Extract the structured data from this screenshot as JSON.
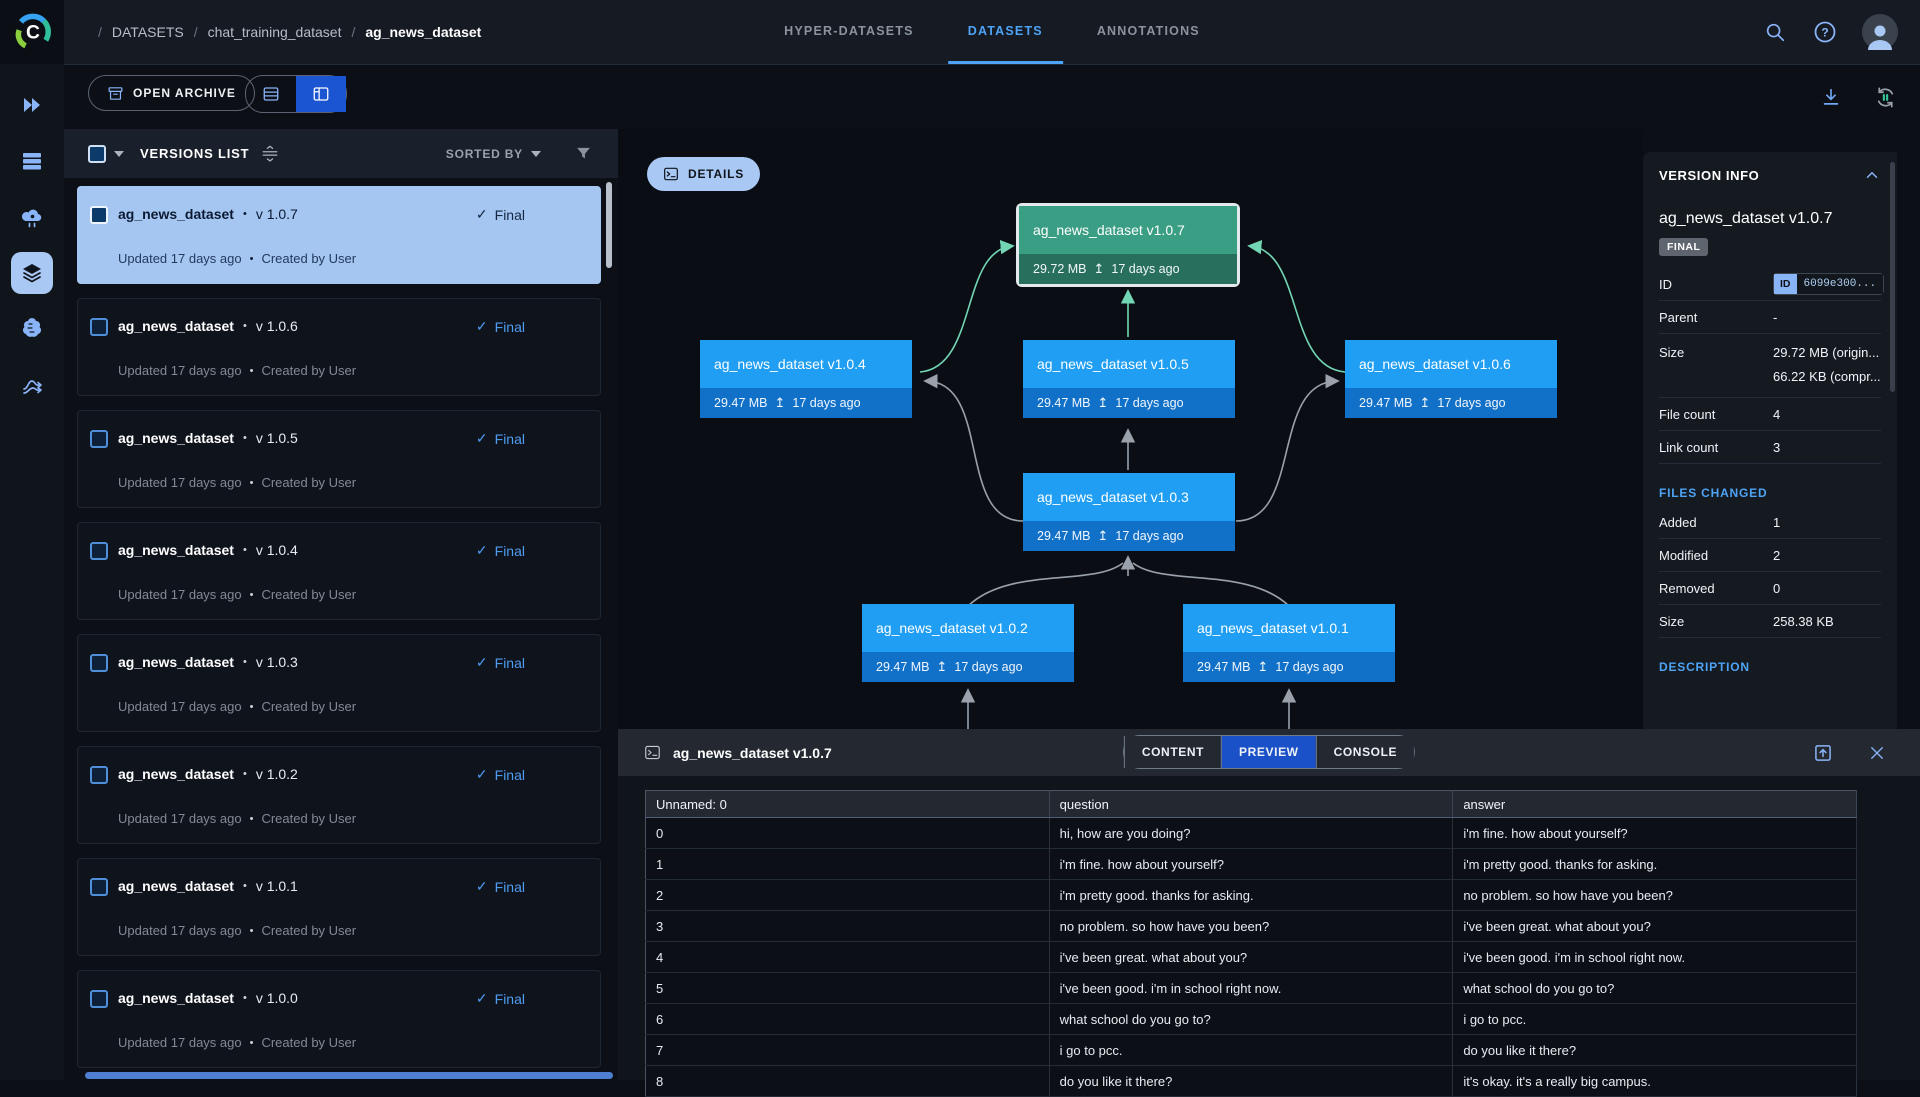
{
  "glyphs": {
    "bullet": "•",
    "check": "✓",
    "slash": "/",
    "upload": "↥",
    "logo_letter": "C"
  },
  "topbar": {
    "breadcrumb": [
      {
        "text": "DATASETS"
      },
      {
        "text": "chat_training_dataset"
      },
      {
        "text": "ag_news_dataset"
      }
    ],
    "tabs": [
      {
        "label": "HYPER-DATASETS"
      },
      {
        "label": "DATASETS",
        "selected": true
      },
      {
        "label": "ANNOTATIONS"
      }
    ]
  },
  "toolbar": {
    "open_archive": "OPEN ARCHIVE"
  },
  "versions_panel": {
    "title": "VERSIONS LIST",
    "sorted_by": "SORTED BY",
    "items": [
      {
        "name": "ag_news_dataset",
        "version": "v 1.0.7",
        "status": "Final",
        "updated": "Updated 17 days ago",
        "created": "Created by User",
        "selected": true
      },
      {
        "name": "ag_news_dataset",
        "version": "v 1.0.6",
        "status": "Final",
        "updated": "Updated 17 days ago",
        "created": "Created by User"
      },
      {
        "name": "ag_news_dataset",
        "version": "v 1.0.5",
        "status": "Final",
        "updated": "Updated 17 days ago",
        "created": "Created by User"
      },
      {
        "name": "ag_news_dataset",
        "version": "v 1.0.4",
        "status": "Final",
        "updated": "Updated 17 days ago",
        "created": "Created by User"
      },
      {
        "name": "ag_news_dataset",
        "version": "v 1.0.3",
        "status": "Final",
        "updated": "Updated 17 days ago",
        "created": "Created by User"
      },
      {
        "name": "ag_news_dataset",
        "version": "v 1.0.2",
        "status": "Final",
        "updated": "Updated 17 days ago",
        "created": "Created by User"
      },
      {
        "name": "ag_news_dataset",
        "version": "v 1.0.1",
        "status": "Final",
        "updated": "Updated 17 days ago",
        "created": "Created by User"
      },
      {
        "name": "ag_news_dataset",
        "version": "v 1.0.0",
        "status": "Final",
        "updated": "Updated 17 days ago",
        "created": "Created by User"
      }
    ]
  },
  "graph": {
    "details_button": "DETAILS",
    "nodes": [
      {
        "title": "ag_news_dataset v1.0.7",
        "size": "29.72 MB",
        "age": "17 days ago",
        "state": "current"
      },
      {
        "title": "ag_news_dataset v1.0.4",
        "size": "29.47 MB",
        "age": "17 days ago"
      },
      {
        "title": "ag_news_dataset v1.0.5",
        "size": "29.47 MB",
        "age": "17 days ago"
      },
      {
        "title": "ag_news_dataset v1.0.6",
        "size": "29.47 MB",
        "age": "17 days ago"
      },
      {
        "title": "ag_news_dataset v1.0.3",
        "size": "29.47 MB",
        "age": "17 days ago"
      },
      {
        "title": "ag_news_dataset v1.0.2",
        "size": "29.47 MB",
        "age": "17 days ago"
      },
      {
        "title": "ag_news_dataset v1.0.1",
        "size": "29.47 MB",
        "age": "17 days ago"
      }
    ]
  },
  "version_info": {
    "section_title": "VERSION INFO",
    "name": "ag_news_dataset v1.0.7",
    "status_badge": "FINAL",
    "id_label": "ID",
    "id_chip": "ID",
    "id_value": "6099e300...",
    "parent_label": "Parent",
    "parent_value": "-",
    "size_label": "Size",
    "size_original": "29.72 MB (origin...",
    "size_compressed": "66.22 KB (compr...",
    "file_count_label": "File count",
    "file_count_value": "4",
    "link_count_label": "Link count",
    "link_count_value": "3",
    "files_changed_title": "FILES CHANGED",
    "added_label": "Added",
    "added_value": "1",
    "modified_label": "Modified",
    "modified_value": "2",
    "removed_label": "Removed",
    "removed_value": "0",
    "changed_size_label": "Size",
    "changed_size_value": "258.38 KB",
    "description_title": "DESCRIPTION"
  },
  "preview": {
    "title": "ag_news_dataset v1.0.7",
    "tabs": [
      {
        "label": "CONTENT"
      },
      {
        "label": "PREVIEW",
        "selected": true
      },
      {
        "label": "CONSOLE"
      }
    ],
    "table": {
      "columns": [
        {
          "label": "Unnamed: 0"
        },
        {
          "label": "question"
        },
        {
          "label": "answer"
        }
      ],
      "rows": [
        {
          "n": "0",
          "q": "hi, how are you doing?",
          "a": "i'm fine. how about yourself?"
        },
        {
          "n": "1",
          "q": "i'm fine. how about yourself?",
          "a": "i'm pretty good. thanks for asking."
        },
        {
          "n": "2",
          "q": "i'm pretty good. thanks for asking.",
          "a": "no problem. so how have you been?"
        },
        {
          "n": "3",
          "q": "no problem. so how have you been?",
          "a": "i've been great. what about you?"
        },
        {
          "n": "4",
          "q": "i've been great. what about you?",
          "a": "i've been good. i'm in school right now."
        },
        {
          "n": "5",
          "q": "i've been good. i'm in school right now.",
          "a": "what school do you go to?"
        },
        {
          "n": "6",
          "q": "what school do you go to?",
          "a": "i go to pcc."
        },
        {
          "n": "7",
          "q": "i go to pcc.",
          "a": "do you like it there?"
        },
        {
          "n": "8",
          "q": "do you like it there?",
          "a": "it's okay. it's a really big campus."
        }
      ]
    }
  }
}
